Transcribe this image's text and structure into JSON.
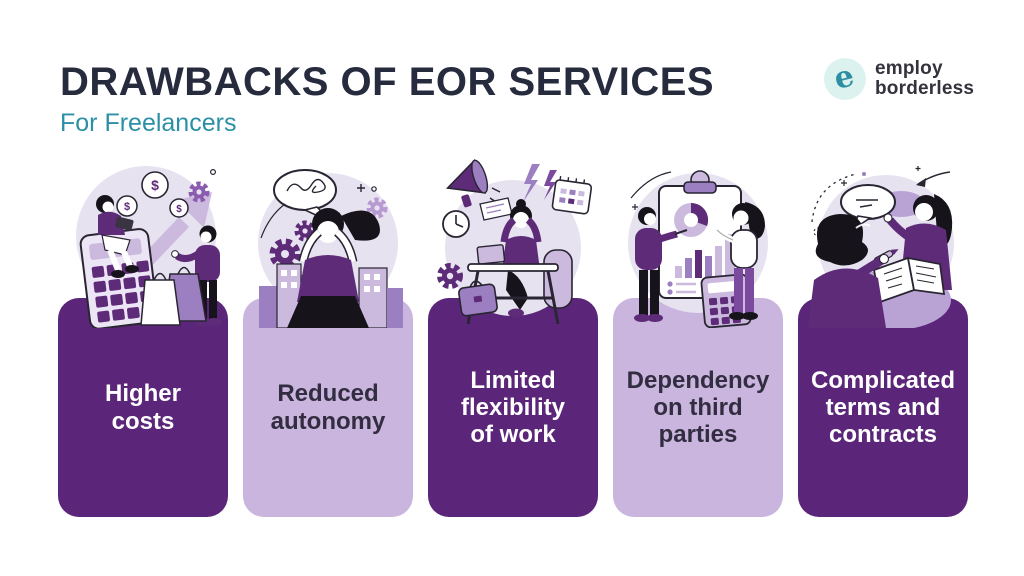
{
  "header": {
    "title": "DRAWBACKS OF EOR SERVICES",
    "subtitle": "For Freelancers"
  },
  "logo": {
    "mark_letter": "e",
    "line1": "employ",
    "line2": "borderless"
  },
  "cards": [
    {
      "label": "Higher\ncosts",
      "variant": "dark",
      "illustration": "rising-costs"
    },
    {
      "label": "Reduced\nautonomy",
      "variant": "light",
      "illustration": "overwhelmed-person"
    },
    {
      "label": "Limited\nflexibility\nof work",
      "variant": "dark",
      "illustration": "stressed-at-desk"
    },
    {
      "label": "Dependency\non third\nparties",
      "variant": "light",
      "illustration": "chart-review"
    },
    {
      "label": "Complicated\nterms and\ncontracts",
      "variant": "dark",
      "illustration": "contract-discussion"
    }
  ],
  "illustration_text": {
    "coin_symbol": "$"
  },
  "colors": {
    "title": "#262b3d",
    "accent_teal": "#2b90a6",
    "card_dark": "#5b2679",
    "card_light": "#c9b5de",
    "card_dark_text": "#ffffff",
    "card_light_text": "#332d41",
    "illustration_bg": "#e7e2f0",
    "illustration_light": "#cbbade",
    "illustration_mid": "#9c7fc0",
    "illustration_dark": "#5e2b79",
    "outline": "#2a2532",
    "logo_mark_bg": "#dcf2ee",
    "logo_mark": "#2e8fa3",
    "logo_text": "#34323c"
  }
}
